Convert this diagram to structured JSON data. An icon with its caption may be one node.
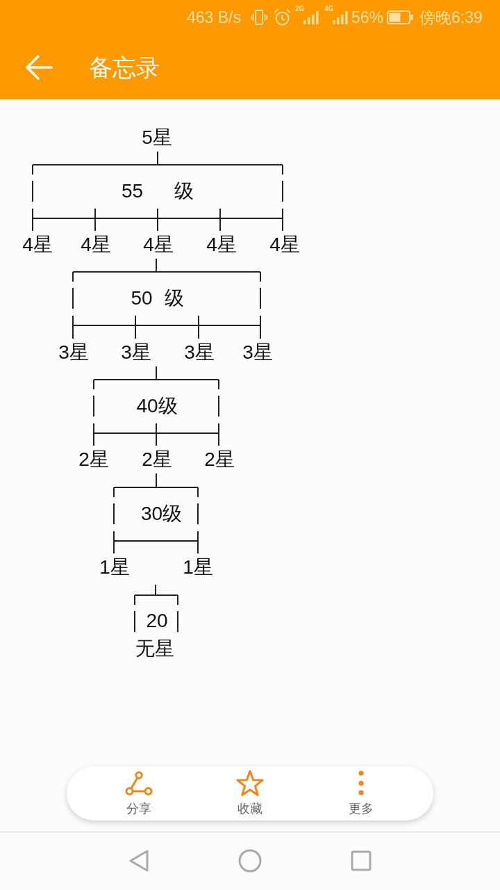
{
  "diagram": {
    "nodes": [
      {
        "text": [
          "5星"
        ]
      },
      {
        "text": [
          "55 级"
        ]
      },
      {
        "text": [
          "4星"
        ]
      },
      {
        "text": [
          "4星"
        ]
      },
      {
        "text": [
          "4星"
        ]
      },
      {
        "text": [
          "4星"
        ]
      },
      {
        "text": [
          "4星"
        ]
      },
      {
        "text": [
          "50 级"
        ]
      },
      {
        "text": [
          "3星"
        ]
      },
      {
        "text": [
          "3星"
        ]
      },
      {
        "text": [
          "3星"
        ]
      },
      {
        "text": [
          "3星"
        ]
      },
      {
        "text": [
          "40级"
        ]
      },
      {
        "text": [
          "2星"
        ]
      },
      {
        "text": [
          "2星"
        ]
      },
      {
        "text": [
          "2星"
        ]
      },
      {
        "text": [
          "30级"
        ]
      },
      {
        "text": [
          "1星"
        ]
      },
      {
        "text": [
          "1星"
        ]
      },
      {
        "text": [
          "20"
        ],
        "beside": [
          "无星"
        ]
      }
    ],
    "edges": [
      {
        "from": 0,
        "to": 1,
        "arrow": "none"
      },
      {
        "from": 1,
        "to": 2,
        "arrow": "none"
      },
      {
        "from": 1,
        "to": 3,
        "arrow": "none"
      },
      {
        "from": 1,
        "to": 4,
        "arrow": "none"
      },
      {
        "from": 1,
        "to": 5,
        "arrow": "none"
      },
      {
        "from": 1,
        "to": 6,
        "arrow": "none"
      },
      {
        "from": 4,
        "to": 7,
        "arrow": "none"
      },
      {
        "from": 7,
        "to": 8,
        "arrow": "none"
      },
      {
        "from": 7,
        "to": 9,
        "arrow": "none"
      },
      {
        "from": 7,
        "to": 10,
        "arrow": "none"
      },
      {
        "from": 7,
        "to": 11,
        "arrow": "none"
      },
      {
        "from": 9,
        "to": 12,
        "arrow": "none"
      },
      {
        "from": 12,
        "to": 13,
        "arrow": "none"
      },
      {
        "from": 12,
        "to": 14,
        "arrow": "none"
      },
      {
        "from": 12,
        "to": 15,
        "arrow": "none"
      },
      {
        "from": 14,
        "to": 16,
        "arrow": "none"
      },
      {
        "from": 16,
        "to": 17,
        "arrow": "none"
      },
      {
        "from": 16,
        "to": 18,
        "arrow": "none"
      },
      {
        "from": null,
        "to": 19,
        "arrow": "none"
      }
    ],
    "labels": [
      "463 B/s",
      "2G",
      "4G",
      "56%",
      "傍晚6:39",
      "备忘录",
      "分享",
      "收藏",
      "更多"
    ]
  }
}
